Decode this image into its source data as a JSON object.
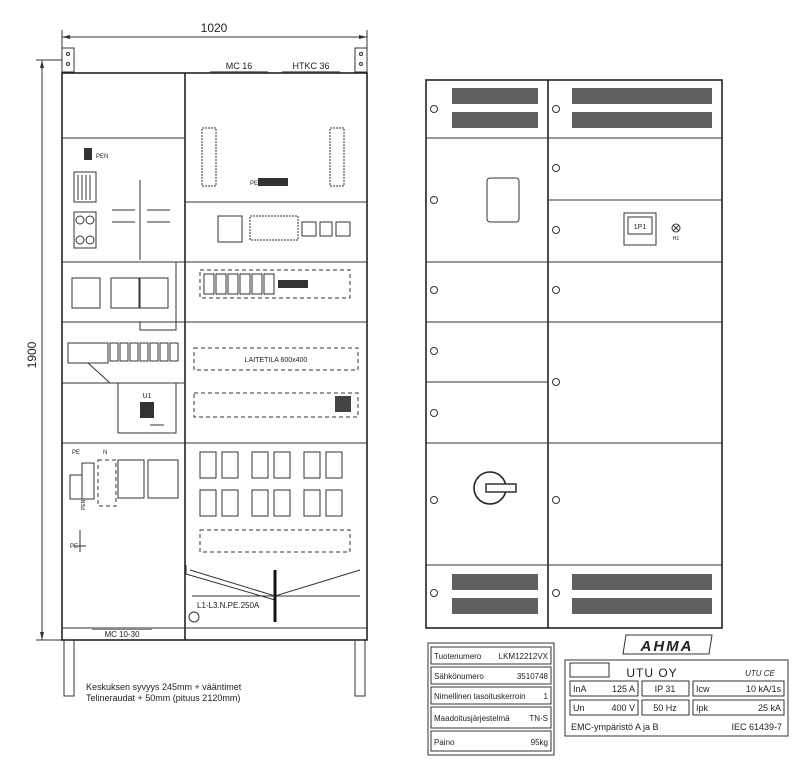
{
  "dimensions": {
    "width": "1020",
    "height": "1900"
  },
  "side_view": {
    "top_labels": [
      "MC 16",
      "HTKC 36"
    ],
    "bottom_label": "MC 10-30",
    "busbar_label": "L1-L3.N.PE.250A",
    "device_area_label": "LAITETILA   600x400",
    "unit_label": "U1",
    "pen_label": "PEN",
    "pe_label": "PE",
    "n_label": "N",
    "notes": [
      "Keskuksen syvyys 245mm + vääntimet",
      "Telineraudat + 50mm (pituus 2120mm)"
    ]
  },
  "front_view": {
    "meter_label": "1P1",
    "lamp_label": "H1"
  },
  "product_table": [
    {
      "label": "Tuotenumero",
      "value": "LKM12212VX"
    },
    {
      "label": "Sähkönumero",
      "value": "3510748"
    },
    {
      "label": "Nimellinen tasoituskerroin",
      "value": "1"
    },
    {
      "label": "Maadoitusjärjestelmä",
      "value": "TN-S"
    },
    {
      "label": "Paino",
      "value": "95kg"
    }
  ],
  "nameplate": {
    "brand": "AHMA",
    "company": "UTU  OY",
    "marks": "UTU CE",
    "cells": [
      {
        "label": "InA",
        "value": "125 A"
      },
      {
        "label": "",
        "value": "IP 31"
      },
      {
        "label": "Icw",
        "value": "10 kA/1s"
      },
      {
        "label": "Un",
        "value": "400 V"
      },
      {
        "label": "",
        "value": "50 Hz"
      },
      {
        "label": "Ipk",
        "value": "25 kA"
      }
    ],
    "emc": "EMC-ympäristö  A ja B",
    "standard": "IEC 61439-7"
  }
}
